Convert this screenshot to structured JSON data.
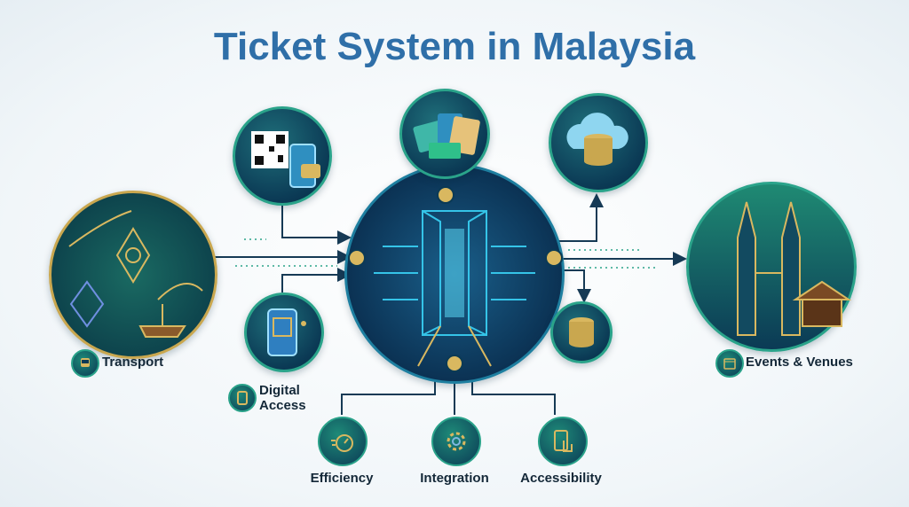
{
  "title": "Ticket System in Malaysia",
  "labels": {
    "transport": "Transport",
    "digital_access_line1": "Digital",
    "digital_access_line2": "Access",
    "events_venues": "Events & Venues",
    "efficiency": "Efficiency",
    "integration": "Integration",
    "accessibility": "Accessibility"
  },
  "colors": {
    "title": "#2f6fa8",
    "accent": "#2aa38a",
    "navy": "#0b3a55",
    "gold": "#d9b860"
  }
}
